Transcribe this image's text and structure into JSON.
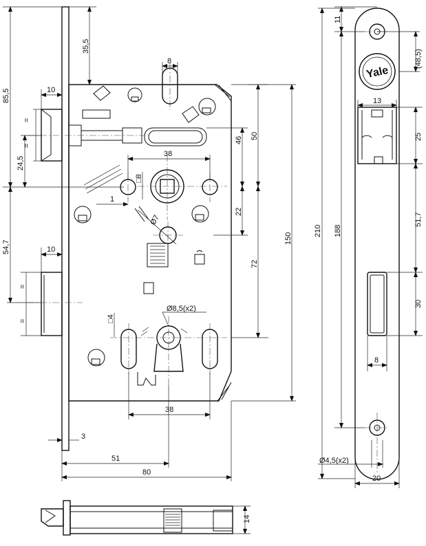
{
  "brand": {
    "logo_text": "Yale"
  },
  "dimensions": {
    "d85_5": "85,5",
    "d35_5": "35,5",
    "d10_top": "10",
    "d24_5": "24,5",
    "d54_7": "54,7",
    "d10_mid": "10",
    "d8_top": "8",
    "d38_top": "38",
    "sq8": "□8",
    "d1": "1",
    "d46": "46",
    "d50": "50",
    "d22": "22",
    "d72": "72",
    "d150": "150",
    "dia7": "Ø7",
    "dia8_5": "Ø8,5(x2)",
    "sq4": "□4",
    "d38_bottom": "38",
    "d3": "3",
    "d51": "51",
    "d80": "80",
    "d14": "14",
    "d11": "11",
    "d48_5": "(48,5)",
    "d13": "13",
    "d25": "25",
    "d210": "210",
    "d188": "188",
    "d51_7": "51,7",
    "d30": "30",
    "d8_plate": "8",
    "dia4_5": "Ø4,5(x2)",
    "d20": "20"
  },
  "legend_marks": {
    "parallel": "="
  }
}
